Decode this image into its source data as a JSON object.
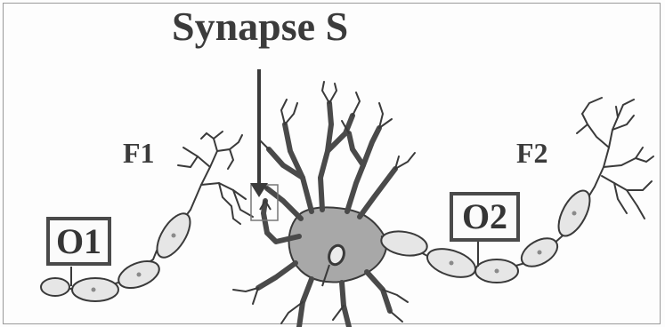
{
  "title": "Synapse S",
  "labels": {
    "f1": "F1",
    "f2": "F2",
    "o1": "O1",
    "o2": "O2"
  },
  "colors": {
    "stroke": "#3a3a3a",
    "cell_fill": "#a8a8a8",
    "sheath_fill": "#e6e6e6",
    "node_dot": "#8a8a8a"
  }
}
